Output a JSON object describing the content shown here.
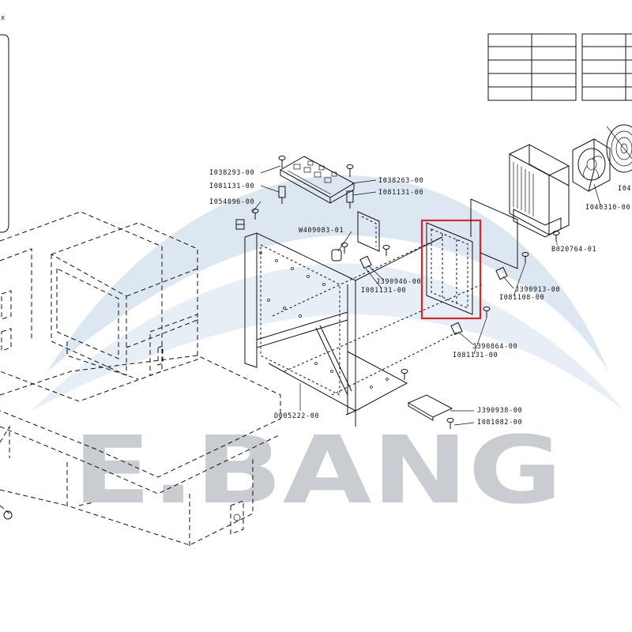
{
  "top_left_char": "x",
  "watermark": "E.BANG",
  "highlight_color": "#d9262c",
  "watermark_color": "#c9ccd0",
  "swoosh_color": "#dde7f2",
  "part_labels": {
    "I038293": "I038293-00",
    "I081131_a": "I081131-00",
    "I054096": "I054096-00",
    "I038263": "I038263-00",
    "I081131_b": "I081131-00",
    "W409083": "W409083-01",
    "J390946": "J390946-00",
    "I081131_c": "I081131-00",
    "I04_partial": "I04",
    "I040310": "I040310-00",
    "B020764": "B020764-01",
    "J390913": "J390913-00",
    "I081108": "I081108-00",
    "J390864": "J390864-00",
    "I081131_d": "I081131-00",
    "D005222": "D005222-00",
    "J390938": "J390938-00",
    "I081082": "I081082-00"
  },
  "tables": [
    {
      "rows": 5,
      "cols": 2
    },
    {
      "rows": 5,
      "cols": 2
    }
  ]
}
